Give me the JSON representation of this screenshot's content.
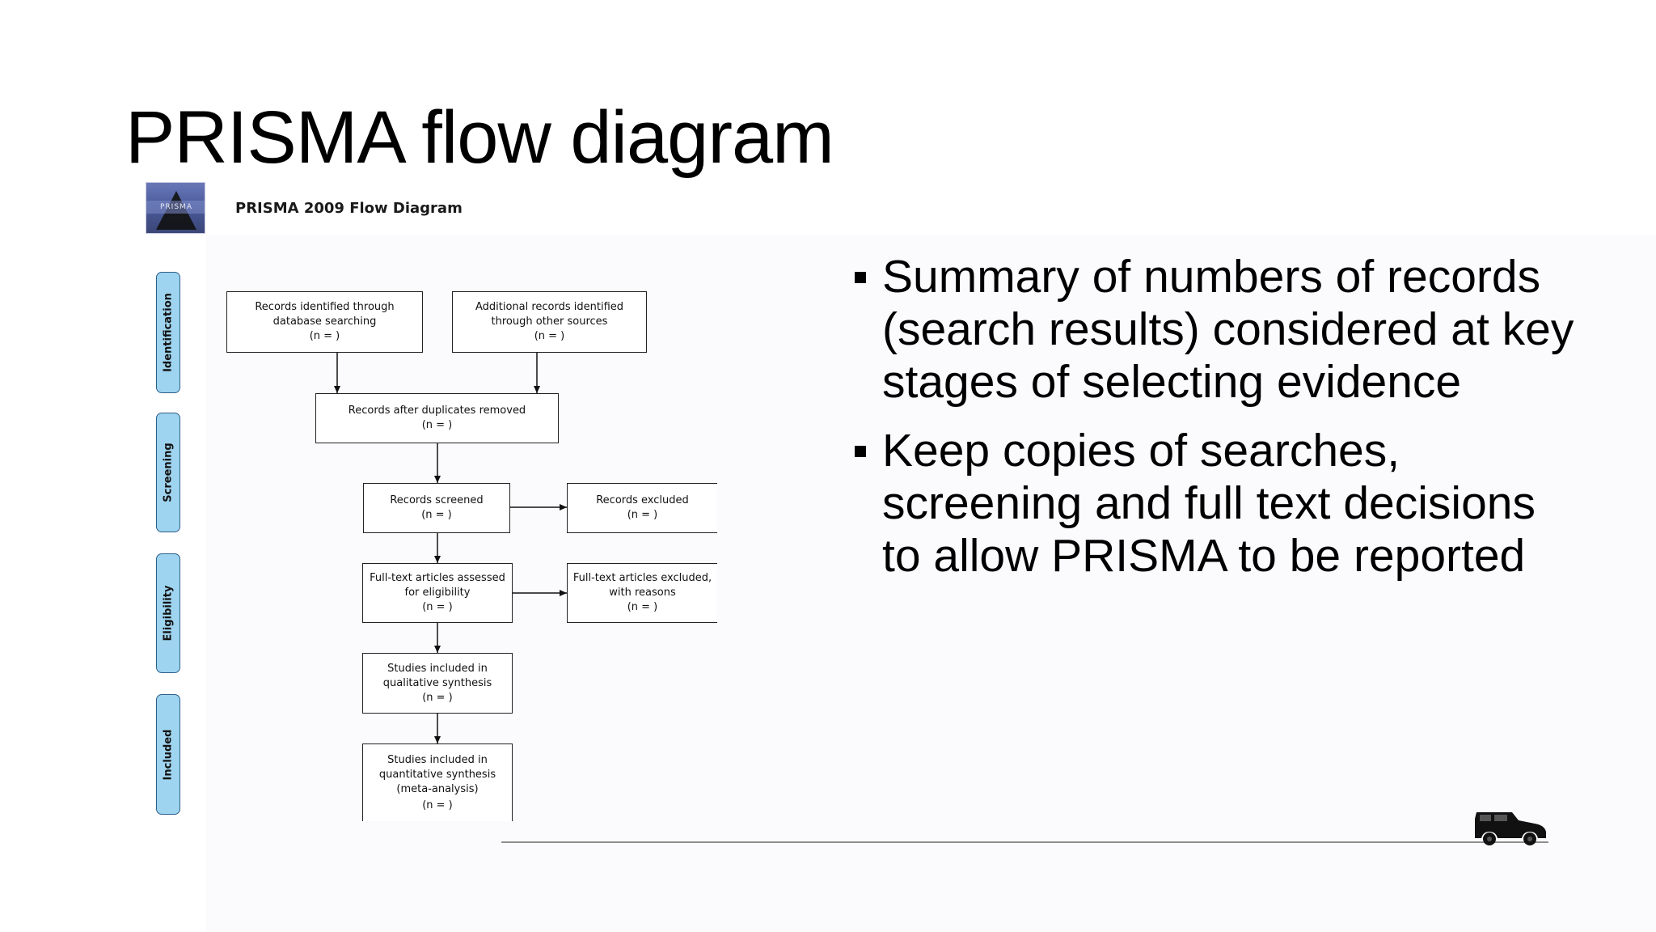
{
  "slide": {
    "title": "PRISMA flow diagram"
  },
  "figure": {
    "logo_text": "PRISMA",
    "header": "PRISMA 2009 Flow Diagram",
    "phases": [
      "Identification",
      "Screening",
      "Eligibility",
      "Included"
    ],
    "boxes": {
      "database": [
        "Records identified through",
        "database searching",
        "(n =   )"
      ],
      "other_sources": [
        "Additional records identified",
        "through other sources",
        "(n =   )"
      ],
      "after_duplicates": [
        "Records after duplicates removed",
        "(n =   )"
      ],
      "screened": [
        "Records screened",
        "(n =   )"
      ],
      "excluded": [
        "Records excluded",
        "(n =   )"
      ],
      "fulltext_assessed": [
        "Full-text articles assessed",
        "for eligibility",
        "(n =   )"
      ],
      "fulltext_excluded": [
        "Full-text articles excluded,",
        "with reasons",
        "(n =   )"
      ],
      "qualitative": [
        "Studies included in",
        "qualitative synthesis",
        "(n =   )"
      ],
      "quantitative": [
        "Studies included in",
        "quantitative synthesis",
        "(meta-analysis)",
        "(n =   )"
      ]
    }
  },
  "bullets": [
    "Summary of numbers of records (search results) considered at key stages of selecting evidence",
    "Keep copies of searches, screening and full text decisions to allow PRISMA to be reported"
  ],
  "colors": {
    "phase_fill": "#9ed4ef",
    "phase_border": "#2b5f8a",
    "footer_line": "#8f8f8f"
  },
  "icons": {
    "logo": "prisma-logo",
    "footer": "car-icon"
  }
}
